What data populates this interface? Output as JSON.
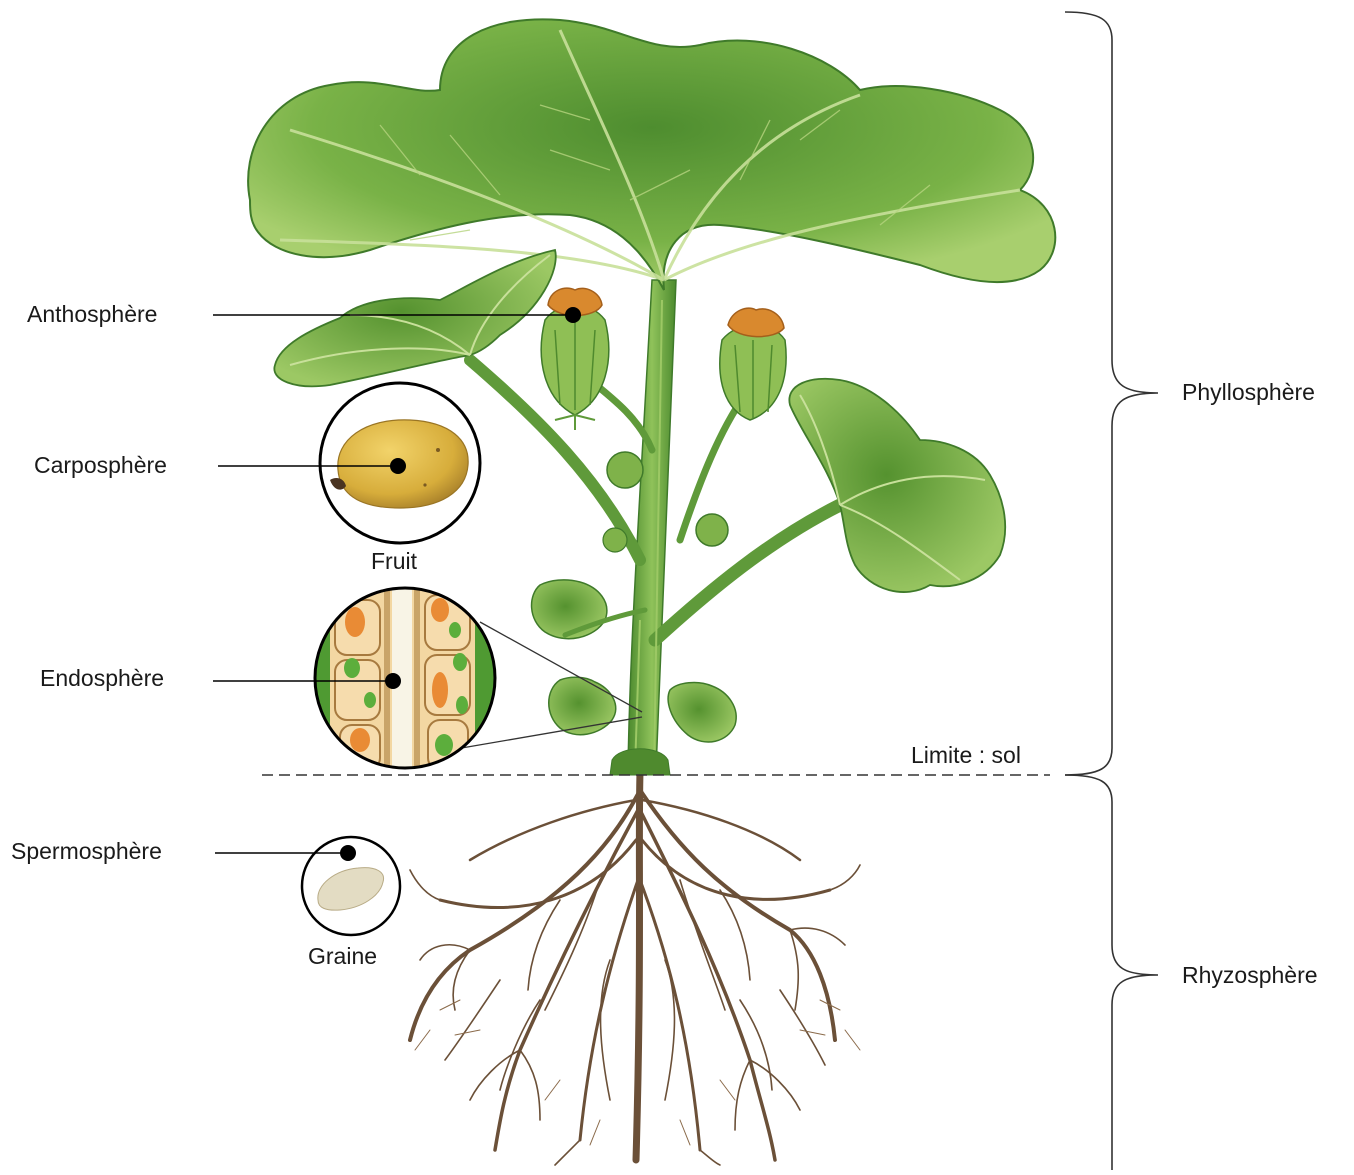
{
  "labels": {
    "anthosphere": "Anthosphère",
    "carposphere": "Carposphère",
    "endosphere": "Endosphère",
    "spermosphere": "Spermosphère",
    "phyllosphere": "Phyllosphère",
    "rhyzosphere": "Rhyzosphère",
    "soil_limit": "Limite : sol",
    "fruit": "Fruit",
    "seed": "Graine"
  },
  "colors": {
    "leaf": "#6fa83e",
    "leaf_dark": "#3f7a2a",
    "leaf_light": "#9cc65e",
    "stem": "#5f9a3a",
    "flower": "#d9892e",
    "fruit": "#d9b340",
    "root": "#6b5038",
    "cell_orange": "#e9a35a",
    "cell_green": "#5cae3c",
    "line": "#000000"
  }
}
